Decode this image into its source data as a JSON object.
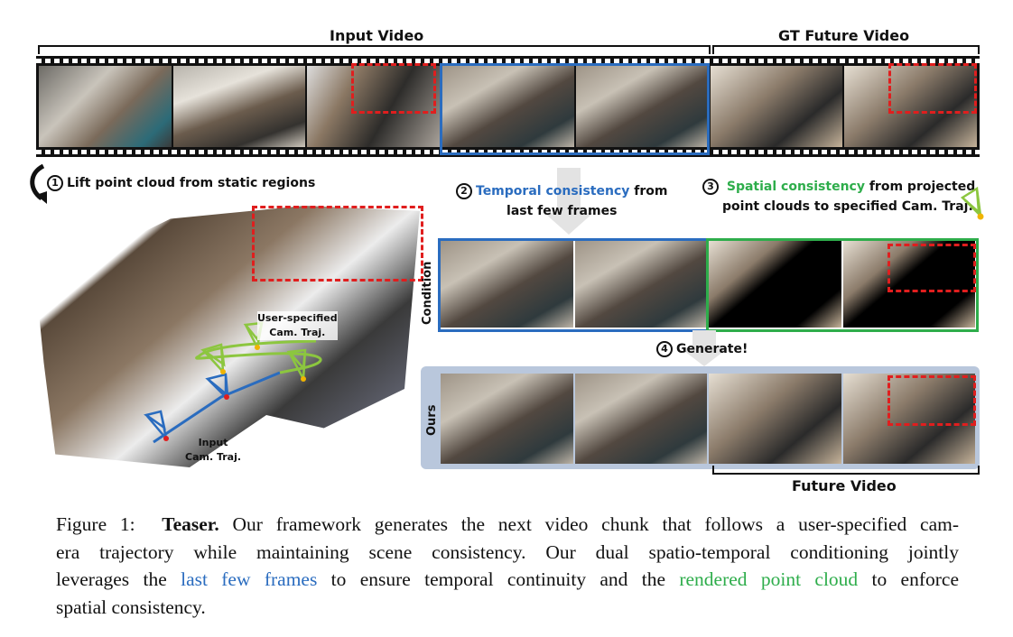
{
  "labels": {
    "input_video": "Input Video",
    "gt_future_video": "GT Future Video",
    "future_video": "Future Video",
    "condition": "Condition",
    "ours": "Ours",
    "user_traj_1": "User-specified",
    "user_traj_2": "Cam. Traj.",
    "input_traj_1": "Input",
    "input_traj_2": "Cam. Traj."
  },
  "steps": [
    {
      "num": "1",
      "text": "Lift point cloud from static regions"
    },
    {
      "num": "2",
      "highlight": "Temporal consistency",
      "rest": " from",
      "line2": "last few frames"
    },
    {
      "num": "3",
      "highlight": "Spatial consistency",
      "rest": " from projected",
      "line2": "point clouds to specified Cam. Traj."
    },
    {
      "num": "4",
      "text": "Generate!"
    }
  ],
  "colors": {
    "temporal": "#2a6cbf",
    "spatial": "#2ead4b",
    "highlight_box": "#e01e1e",
    "ours_bg": "#b9c7dc"
  },
  "caption": {
    "figure": "Figure 1:",
    "title": "Teaser.",
    "l1": " Our framework generates the next video chunk that follows a user-specified cam-",
    "l2": "era trajectory while maintaining scene consistency.  Our dual spatio-temporal conditioning jointly",
    "l3a": "leverages the ",
    "l3b": "last few frames",
    "l3c": " to ensure temporal continuity and the ",
    "l3d": "rendered point cloud",
    "l3e": " to enforce",
    "l4": "spatial consistency."
  }
}
